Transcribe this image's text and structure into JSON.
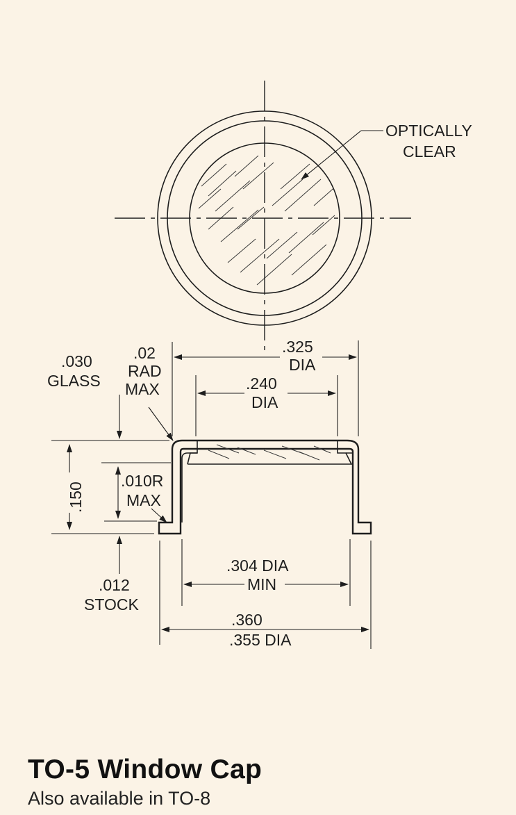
{
  "diagram": {
    "top_view_callout": [
      "OPTICALLY",
      "CLEAR"
    ],
    "labels": {
      "glass": [
        ".030",
        "GLASS"
      ],
      "rad": [
        ".02",
        "RAD",
        "MAX"
      ],
      "outer_dia": [
        ".325",
        "DIA"
      ],
      "inner_dia": [
        ".240",
        "DIA"
      ],
      "height": ".150",
      "inner_rad": [
        ".010R",
        "MAX"
      ],
      "stock": [
        ".012",
        "STOCK"
      ],
      "min_dia": [
        ".304 DIA",
        "MIN"
      ],
      "flange_dia_upper": ".360",
      "flange_dia_lower": ".355 DIA"
    }
  },
  "caption": {
    "title": "TO-5 Window Cap",
    "subtitle": "Also available in TO-8"
  }
}
